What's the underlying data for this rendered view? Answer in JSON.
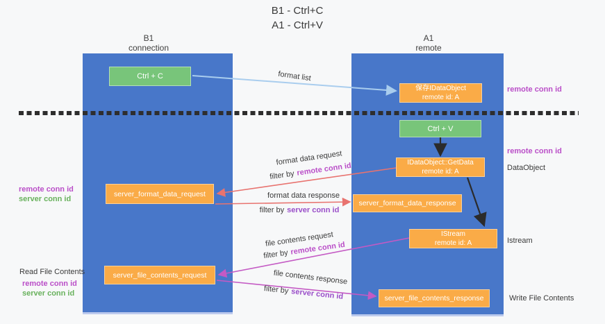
{
  "title": {
    "line1": "B1 - Ctrl+C",
    "line2": "A1 - Ctrl+V"
  },
  "lanes": {
    "b1": {
      "name": "B1",
      "subtitle": "connection"
    },
    "a1": {
      "name": "A1",
      "subtitle": "remote"
    }
  },
  "nodes": {
    "ctrl_c": {
      "label": "Ctrl + C"
    },
    "save_idataobject": {
      "line1": "保存IDataObject",
      "line2": "remote id: A"
    },
    "ctrl_v": {
      "label": "Ctrl + V"
    },
    "getdata": {
      "line1": "IDataObject::GetData",
      "line2": "remote id: A"
    },
    "format_request": {
      "label": "server_format_data_request"
    },
    "format_response": {
      "label": "server_format_data_response"
    },
    "istream": {
      "line1": "IStream",
      "line2": "remote id: A"
    },
    "file_request": {
      "label": "server_file_contents_request"
    },
    "file_response": {
      "label": "server_file_contents_response"
    }
  },
  "arrow_labels": {
    "format_list": "format list",
    "format_request": {
      "title": "format data request",
      "filter_prefix": "filter by",
      "filter_value": "remote conn id"
    },
    "format_response": {
      "title": "format data response",
      "filter_prefix": "filter by",
      "filter_value": "server conn id"
    },
    "file_request": {
      "title": "file contents request",
      "filter_prefix": "filter by",
      "filter_value": "remote conn id"
    },
    "file_response": {
      "title": "file contents response",
      "filter_prefix": "filter by",
      "filter_value": "server conn id"
    }
  },
  "side_labels": {
    "remote_conn_id_top_right": "remote conn id",
    "remote_conn_id_mid_right": "remote conn id",
    "dataobject": "DataObject",
    "istream": "Istream",
    "write_file_contents": "Write File Contents",
    "read_file_contents": "Read File Contents",
    "format_left_remote": "remote conn id",
    "format_left_server": "server conn id",
    "file_left_remote": "remote conn id",
    "file_left_server": "server conn id"
  },
  "colors": {
    "lane_blue": "#4877C9",
    "node_green": "#78C57A",
    "node_orange": "#FAAB47",
    "arrow_light_blue": "#A9CDEE",
    "arrow_salmon": "#E8736F",
    "arrow_magenta": "#C45AC4",
    "arrow_black": "#2B2B2B",
    "text_magenta": "#BA4FC8",
    "text_purple": "#9A4FC9",
    "text_green": "#68B15C"
  }
}
